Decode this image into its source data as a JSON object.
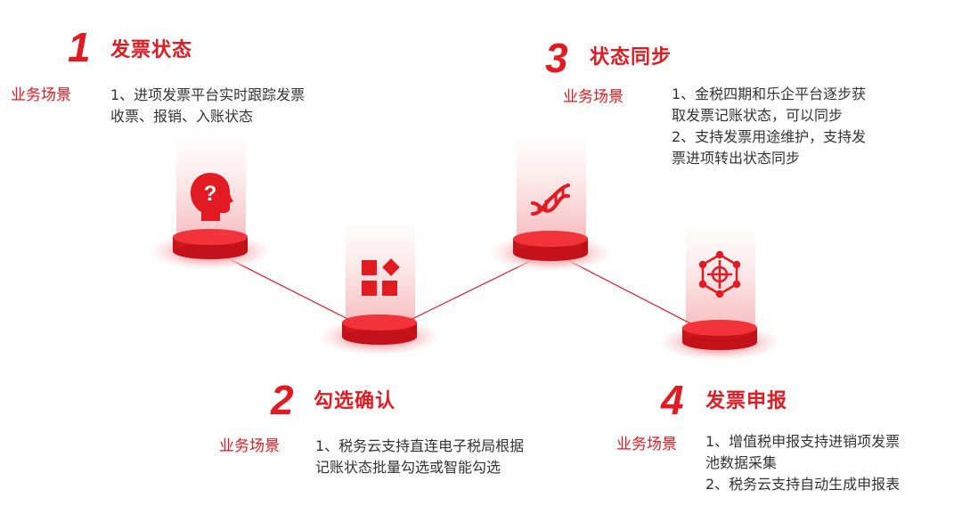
{
  "colors": {
    "accent": "#e21a22",
    "text": "#333333",
    "background": "#ffffff"
  },
  "steps": [
    {
      "number": "1",
      "title": "发票状态",
      "scene_label": "业务场景",
      "desc_lines": [
        "1、进项发票平台实时跟踪发票",
        "收票、报销、入账状态"
      ],
      "icon": "question-head-icon"
    },
    {
      "number": "2",
      "title": "勾选确认",
      "scene_label": "业务场景",
      "desc_lines": [
        "1、税务云支持直连电子税局根据",
        "记账状态批量勾选或智能勾选"
      ],
      "icon": "grid-blocks-icon"
    },
    {
      "number": "3",
      "title": "状态同步",
      "scene_label": "业务场景",
      "desc_lines": [
        "1、金税四期和乐企平台逐步获",
        "取发票记账状态，可以同步",
        "2、支持发票用途维护，支持发",
        "票进项转出状态同步"
      ],
      "icon": "dna-icon"
    },
    {
      "number": "4",
      "title": "发票申报",
      "scene_label": "业务场景",
      "desc_lines": [
        "1、增值税申报支持进销项发票",
        "池数据采集",
        "2、税务云支持自动生成申报表"
      ],
      "icon": "network-hub-icon"
    }
  ]
}
